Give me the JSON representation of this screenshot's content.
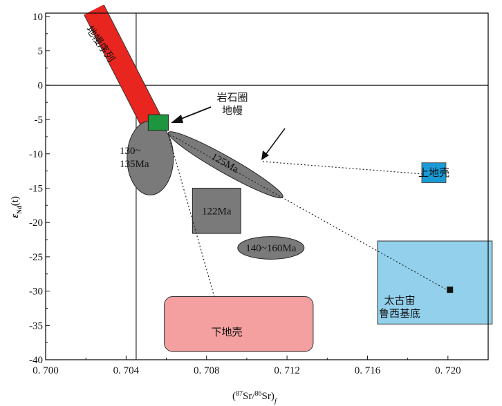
{
  "chart_data": {
    "type": "scatter",
    "xlabel": {
      "prefix": "(",
      "sup1": "87",
      "mid": "Sr/",
      "sup2": "86",
      "end": "Sr)",
      "sub": "f"
    },
    "ylabel": {
      "main": "ε",
      "sub": "Nd",
      "tail": "(t)"
    },
    "xlim": [
      0.7,
      0.722
    ],
    "ylim": [
      -40,
      10.5
    ],
    "xticks": [
      {
        "value": 0.7,
        "label": "0. 700"
      },
      {
        "value": 0.704,
        "label": "0. 704"
      },
      {
        "value": 0.708,
        "label": "0. 708"
      },
      {
        "value": 0.712,
        "label": "0. 712"
      },
      {
        "value": 0.716,
        "label": "0. 716"
      },
      {
        "value": 0.72,
        "label": "0. 720"
      }
    ],
    "yticks": [
      {
        "value": 10,
        "label": "10"
      },
      {
        "value": 5,
        "label": "5"
      },
      {
        "value": 0,
        "label": "0"
      },
      {
        "value": -5,
        "label": "-5"
      },
      {
        "value": -10,
        "label": "-10"
      },
      {
        "value": -15,
        "label": "-15"
      },
      {
        "value": -20,
        "label": "-20"
      },
      {
        "value": -25,
        "label": "-25"
      },
      {
        "value": -30,
        "label": "-30"
      },
      {
        "value": -35,
        "label": "-35"
      },
      {
        "value": -40,
        "label": "-40"
      }
    ],
    "reference_lines": {
      "x": 0.7045,
      "y": 0
    },
    "mantle_array": {
      "label": "地幔序列",
      "x_top": 0.7024,
      "y_top": 11,
      "x_bottom": 0.7052,
      "y_bottom": -5,
      "color": "#e8251e"
    },
    "lithospheric_mantle": {
      "label_lines": [
        "岩石圈",
        "地幔"
      ],
      "x": [
        0.7051,
        0.7061
      ],
      "y": [
        -6.6,
        -4.3
      ],
      "color": "#1e9640"
    },
    "groups": [
      {
        "label_lines": [
          "130~",
          "135Ma"
        ],
        "shape": "ellipse",
        "cx": 0.7052,
        "cy": -10.6,
        "rx": 0.00115,
        "ry": 5.4
      },
      {
        "label_lines": [
          "125Ma"
        ],
        "shape": "rotated-ellipse",
        "cx": 0.70895,
        "cy": -11.6,
        "color": "#7a7a7a"
      },
      {
        "label_lines": [
          "122Ma"
        ],
        "shape": "rect",
        "x": [
          0.7073,
          0.7097
        ],
        "y": [
          -21.6,
          -15
        ]
      },
      {
        "label_lines": [
          "140~160Ma"
        ],
        "shape": "ellipse",
        "cx": 0.7112,
        "cy": -23.7,
        "rx": 0.00165,
        "ry": 1.65
      }
    ],
    "end_members": [
      {
        "label_lines": [
          "上地壳"
        ],
        "x": [
          0.7187,
          0.7199
        ],
        "y": [
          -14.2,
          -11.3
        ],
        "color": "#1a9ad6"
      },
      {
        "label_lines": [
          "太古宙",
          "鲁西基底"
        ],
        "x": [
          0.7165,
          0.7222
        ],
        "y": [
          -34.8,
          -22.7
        ],
        "color": "#92d0ec",
        "point": {
          "x": 0.7201,
          "y": -29.8
        }
      },
      {
        "label_lines": [
          "下地壳"
        ],
        "x": [
          0.7059,
          0.7133
        ],
        "y": [
          -38.8,
          -30.8
        ],
        "color": "#f4a0a0"
      }
    ]
  }
}
